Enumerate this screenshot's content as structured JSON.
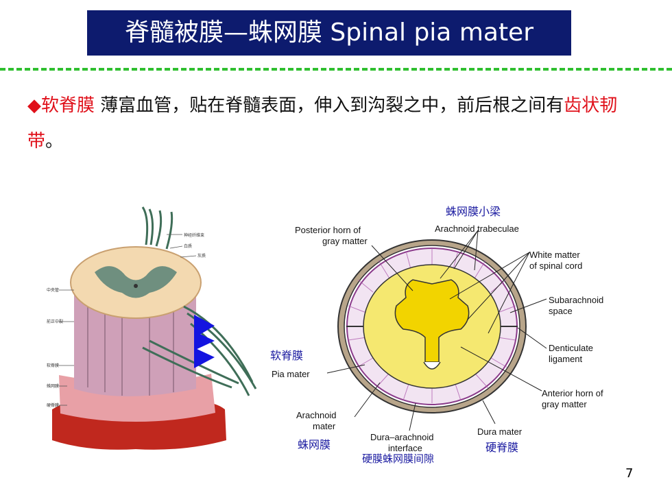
{
  "title": "脊髓被膜—蛛网膜 Spinal pia mater",
  "text": {
    "bullet": "◆",
    "term": "软脊膜",
    "description": " 薄富血管，贴在脊髓表面，伸入到沟裂之中，前后根之间有",
    "highlight": "齿状韧带",
    "end": "。"
  },
  "left_figure": {
    "labels": [
      "神经纤维束",
      "白质",
      "灰质",
      "中央管",
      "前正中裂",
      "软脊膜",
      "蛛网膜",
      "硬脊膜"
    ]
  },
  "right_figure": {
    "cn_top": "蛛网膜小梁",
    "posterior_horn": [
      "Posterior horn of",
      "gray matter"
    ],
    "arachnoid_trabeculae": "Arachnoid trabeculae",
    "white_matter": [
      "White matter",
      "of spinal cord"
    ],
    "subarachnoid": [
      "Subarachnoid",
      "space"
    ],
    "denticulate": [
      "Denticulate",
      "ligament"
    ],
    "cn_pia": "软脊膜",
    "pia_mater": "Pia mater",
    "anterior_horn": [
      "Anterior horn of",
      "gray matter"
    ],
    "arachnoid": [
      "Arachnoid",
      "mater"
    ],
    "dura_arachnoid": [
      "Dura–arachnoid",
      "interface"
    ],
    "dura_mater": "Dura mater",
    "cn_arachnoid": "蛛网膜",
    "cn_dura": "硬脊膜",
    "cn_interface": "硬膜蛛网膜间隙"
  },
  "page_number": "7"
}
